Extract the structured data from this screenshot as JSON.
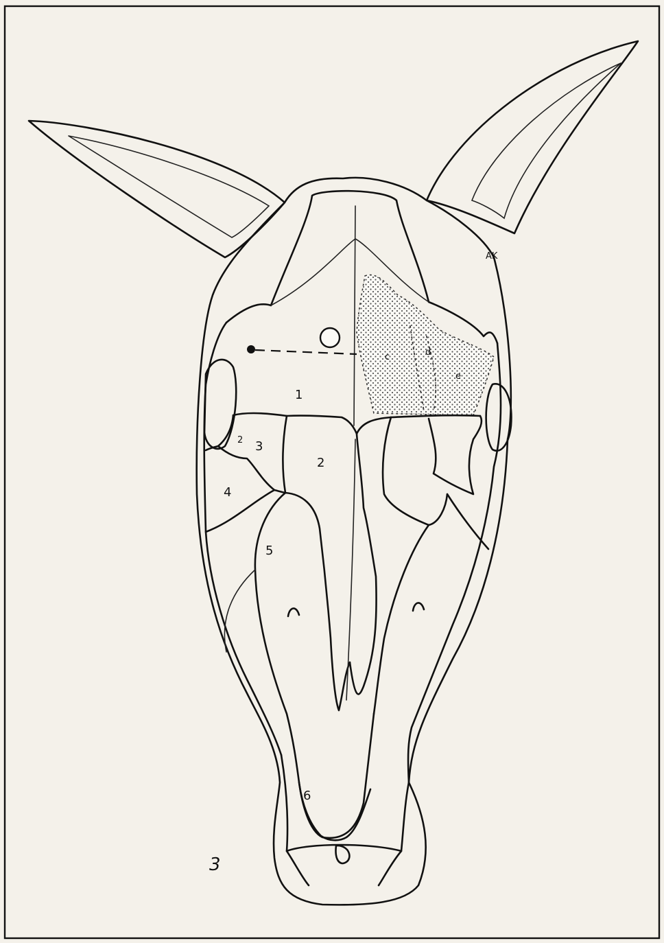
{
  "figure": {
    "number": "3",
    "signature": "AK",
    "region_labels": [
      "1",
      "2",
      "3",
      "4",
      "5",
      "6"
    ],
    "sub_labels": [
      "2",
      "c",
      "d",
      "e"
    ],
    "colors": {
      "ink": "#111111",
      "paper": "#f4f1ea",
      "stipple": "#555555"
    }
  }
}
